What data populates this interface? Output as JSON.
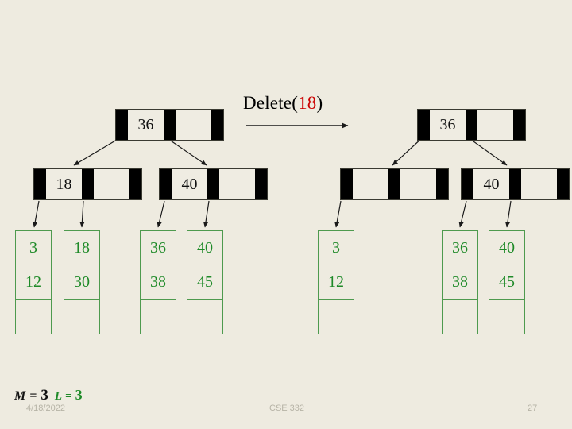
{
  "slide": {
    "background_color": "#EEEBE0",
    "operation": {
      "label_prefix": "Delete(",
      "argument": "18",
      "label_suffix": ")",
      "argument_color": "#CC0000"
    },
    "parameters": {
      "m_label": "M",
      "m_equals": "=",
      "m_value": "3",
      "l_label": "L",
      "l_equals": "=",
      "l_value": "3",
      "l_color": "#1E8A28"
    },
    "footer": {
      "date": "4/18/2022",
      "course": "CSE 332",
      "page_number": "27"
    }
  },
  "before_tree": {
    "root": {
      "keys": [
        "36",
        ""
      ]
    },
    "index_nodes": [
      {
        "keys": [
          "18",
          ""
        ]
      },
      {
        "keys": [
          "40",
          ""
        ]
      }
    ],
    "leaves": [
      {
        "cells": [
          "3",
          "12",
          ""
        ]
      },
      {
        "cells": [
          "18",
          "30",
          ""
        ]
      },
      {
        "cells": [
          "36",
          "38",
          ""
        ]
      },
      {
        "cells": [
          "40",
          "45",
          ""
        ]
      }
    ]
  },
  "after_tree": {
    "root": {
      "keys": [
        "36",
        ""
      ]
    },
    "index_nodes": [
      {
        "keys": [
          "",
          ""
        ]
      },
      {
        "keys": [
          "40",
          ""
        ]
      }
    ],
    "leaves": [
      {
        "cells": [
          "3",
          "12",
          ""
        ]
      },
      {
        "cells": [
          "36",
          "38",
          ""
        ]
      },
      {
        "cells": [
          "40",
          "45",
          ""
        ]
      }
    ]
  }
}
